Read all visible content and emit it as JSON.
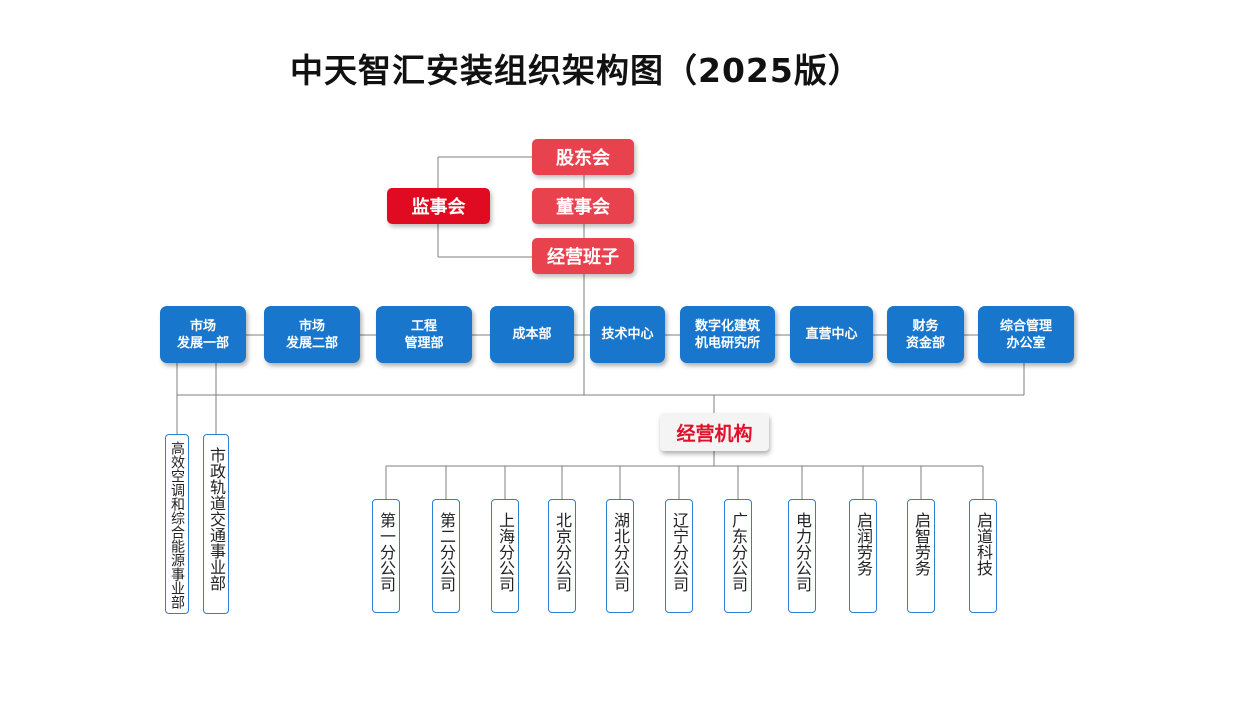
{
  "title": "中天智汇安装组织架构图（2025版）",
  "governance": {
    "shareholders": "股东会",
    "board": "董事会",
    "supervisors": "监事会",
    "management": "经营班子"
  },
  "departments": [
    "市场\n发展一部",
    "市场\n发展二部",
    "工程\n管理部",
    "成本部",
    "技术中心",
    "数字化建筑\n机电研究所",
    "直营中心",
    "财务\n资金部",
    "综合管理\n办公室"
  ],
  "business_units": [
    "高效空调和综合能源事业部",
    "市政轨道交通事业部"
  ],
  "operations_label": "经营机构",
  "branches": [
    "第一分公司",
    "第二分公司",
    "上海分公司",
    "北京分公司",
    "湖北分公司",
    "辽宁分公司",
    "广东分公司",
    "电力分公司",
    "启润劳务",
    "启智劳务",
    "启道科技"
  ],
  "colors": {
    "governance_red": "#e8424f",
    "supervisor_red": "#e00b20",
    "department_blue": "#1877cc",
    "operations_text": "#e0102a"
  }
}
